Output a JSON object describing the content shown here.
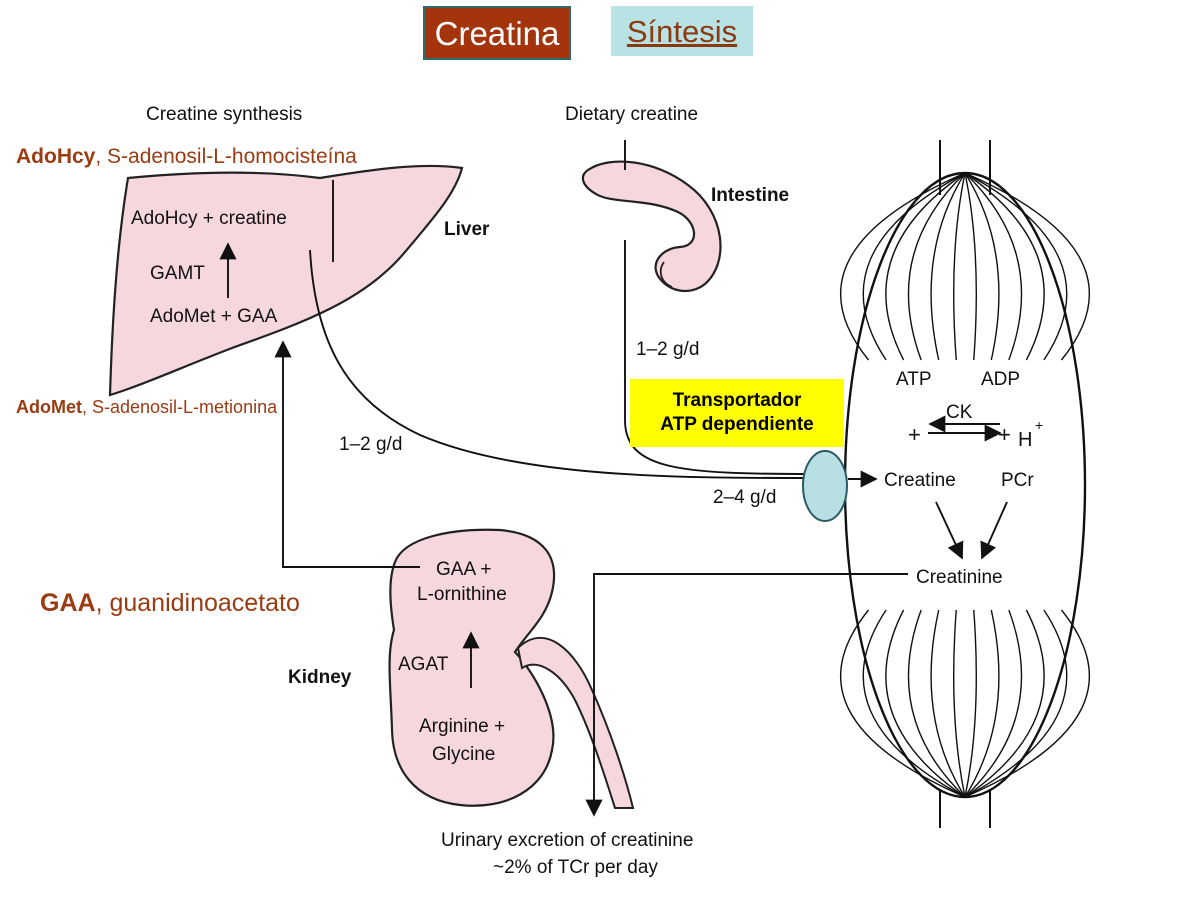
{
  "nav": {
    "creatina_label": "Creatina",
    "sintesis_label": "Síntesis"
  },
  "notes": {
    "adohcy_abbr": "AdoHcy",
    "adohcy_def": ", S-adenosil-L-homocisteína",
    "adomet_abbr": "AdoMet",
    "adomet_def": ", S-adenosil-L-metionina",
    "gaa_abbr": "GAA",
    "gaa_def": ", guanidinoacetato"
  },
  "transporter": {
    "line1": "Transportador",
    "line2": "ATP dependiente"
  },
  "diagram": {
    "creatine_synthesis": "Creatine synthesis",
    "dietary_creatine": "Dietary creatine",
    "liver": "Liver",
    "intestine": "Intestine",
    "kidney": "Kidney",
    "liver_product": "AdoHcy + creatine",
    "liver_enzyme": "GAMT",
    "liver_substrate": "AdoMet + GAA",
    "kidney_product_1": "GAA +",
    "kidney_product_2": "L-ornithine",
    "kidney_enzyme": "AGAT",
    "kidney_substrate_1": "Arginine +",
    "kidney_substrate_2": "Glycine",
    "flow_liver": "1–2 g/d",
    "flow_diet": "1–2 g/d",
    "flow_total": "2–4 g/d",
    "atp": "ATP",
    "adp": "ADP",
    "ck": "CK",
    "plus_left": "+",
    "plus_right": "+",
    "h": "H",
    "h_charge": "+",
    "creatine": "Creatine",
    "pcr": "PCr",
    "creatinine": "Creatinine",
    "excretion_1": "Urinary excretion of creatinine",
    "excretion_2": "~2% of TCr per day"
  }
}
